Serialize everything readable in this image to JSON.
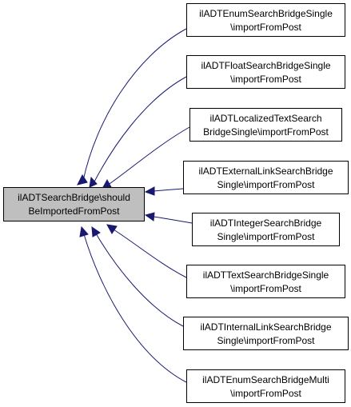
{
  "diagram": {
    "main_node": {
      "line1": "ilADTSearchBridge\\should",
      "line2": "BeImportedFromPost"
    },
    "nodes": [
      {
        "line1": "ilADTEnumSearchBridgeSingle",
        "line2": "\\importFromPost"
      },
      {
        "line1": "ilADTFloatSearchBridgeSingle",
        "line2": "\\importFromPost"
      },
      {
        "line1": "ilADTLocalizedTextSearch",
        "line2": "BridgeSingle\\importFromPost"
      },
      {
        "line1": "ilADTExternalLinkSearchBridge",
        "line2": "Single\\importFromPost"
      },
      {
        "line1": "ilADTIntegerSearchBridge",
        "line2": "Single\\importFromPost"
      },
      {
        "line1": "ilADTTextSearchBridgeSingle",
        "line2": "\\importFromPost"
      },
      {
        "line1": "ilADTInternalLinkSearchBridge",
        "line2": "Single\\importFromPost"
      },
      {
        "line1": "ilADTEnumSearchBridgeMulti",
        "line2": "\\importFromPost"
      }
    ],
    "colors": {
      "edge": "#191970",
      "main_fill": "#bfbfbf",
      "node_fill": "#ffffff",
      "border": "#000000"
    }
  }
}
